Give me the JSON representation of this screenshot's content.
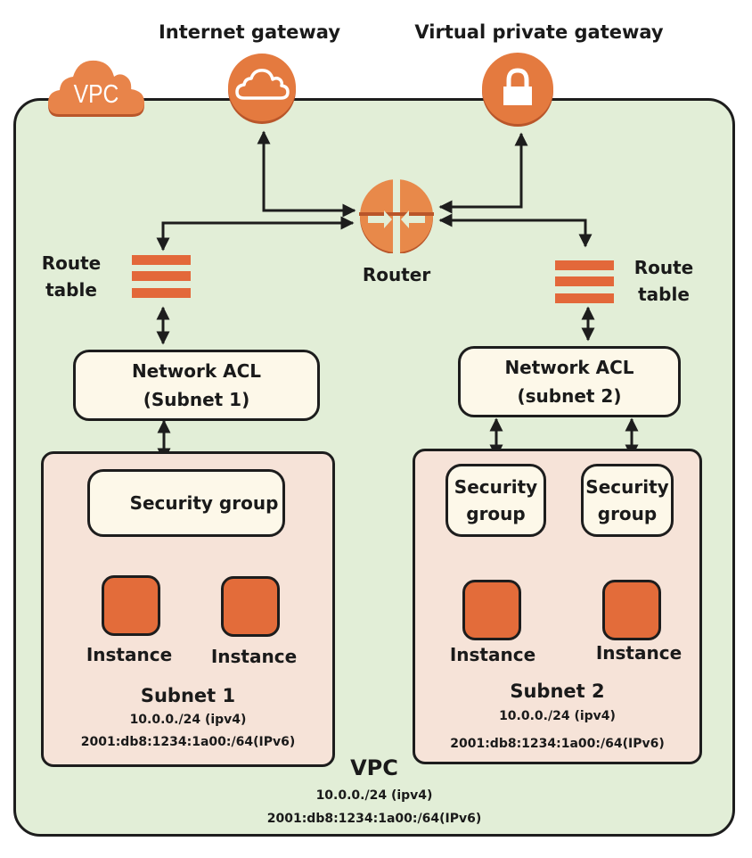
{
  "vpc": {
    "badge_label": "VPC",
    "title": "VPC",
    "ipv4": "10.0.0./24 (ipv4)",
    "ipv6": "2001:db8:1234:1a00:/64(IPv6)"
  },
  "gateways": {
    "internet": {
      "label": "Internet gateway",
      "icon": "cloud-icon"
    },
    "virtual_private": {
      "label": "Virtual private gateway",
      "icon": "lock-icon"
    }
  },
  "router": {
    "label": "Router",
    "icon": "router-icon"
  },
  "route_tables": [
    {
      "line1": "Route",
      "line2": "table",
      "icon": "route-table-icon"
    },
    {
      "line1": "Route",
      "line2": "table",
      "icon": "route-table-icon"
    }
  ],
  "network_acls": [
    {
      "line1": "Network ACL",
      "line2": "(Subnet 1)"
    },
    {
      "line1": "Network ACL",
      "line2": "(subnet 2)"
    }
  ],
  "subnets": [
    {
      "title": "Subnet 1",
      "ipv4": "10.0.0./24 (ipv4)",
      "ipv6": "2001:db8:1234:1a00:/64(IPv6)",
      "security_groups": [
        {
          "label": "Security group"
        }
      ],
      "instances": [
        {
          "label": "Instance"
        },
        {
          "label": "Instance"
        }
      ]
    },
    {
      "title": "Subnet 2",
      "ipv4": "10.0.0./24 (ipv4)",
      "ipv6": "2001:db8:1234:1a00:/64(IPv6)",
      "security_groups": [
        {
          "line1": "Security",
          "line2": "group"
        },
        {
          "line1": "Security",
          "line2": "group"
        }
      ],
      "instances": [
        {
          "label": "Instance"
        },
        {
          "label": "Instance"
        }
      ]
    }
  ],
  "colors": {
    "vpc_background": "#e2eed7",
    "subnet_background": "#f6e3d8",
    "box_background": "#fdf8e9",
    "accent_orange": "#e47a3f",
    "instance_orange": "#e36c3a",
    "stroke": "#1d1d1d"
  }
}
